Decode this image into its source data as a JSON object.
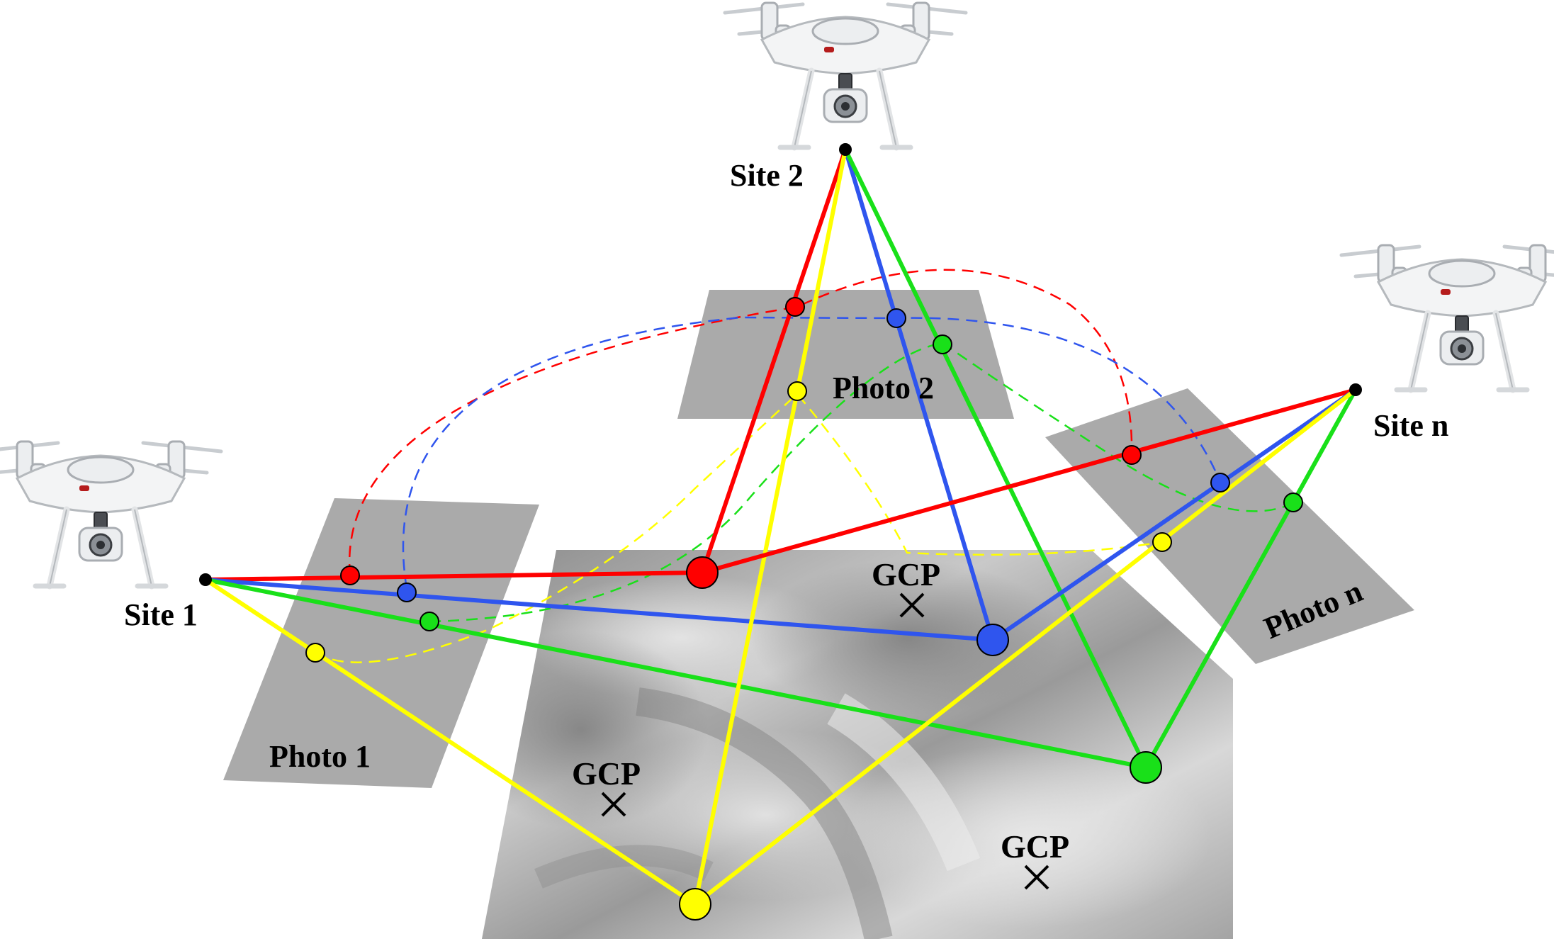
{
  "sites": [
    {
      "id": "site-1",
      "label": "Site 1"
    },
    {
      "id": "site-2",
      "label": "Site 2"
    },
    {
      "id": "site-n",
      "label": "Site n"
    }
  ],
  "photos": [
    {
      "id": "photo-1",
      "label": "Photo 1"
    },
    {
      "id": "photo-2",
      "label": "Photo 2"
    },
    {
      "id": "photo-n",
      "label": "Photo n"
    }
  ],
  "gcps": [
    {
      "id": "gcp-1",
      "label": "GCP"
    },
    {
      "id": "gcp-2",
      "label": "GCP"
    },
    {
      "id": "gcp-3",
      "label": "GCP"
    }
  ],
  "ray_colors": {
    "red": "#ff0000",
    "blue": "#2f55ee",
    "green": "#19e019",
    "yellow": "#ffff00"
  },
  "colors": {
    "photo_plane": "#a3a3a3",
    "terrain": "#b8b8b8",
    "camera_point": "#000000"
  },
  "icons": [
    "drone-icon",
    "gcp-cross-icon"
  ]
}
